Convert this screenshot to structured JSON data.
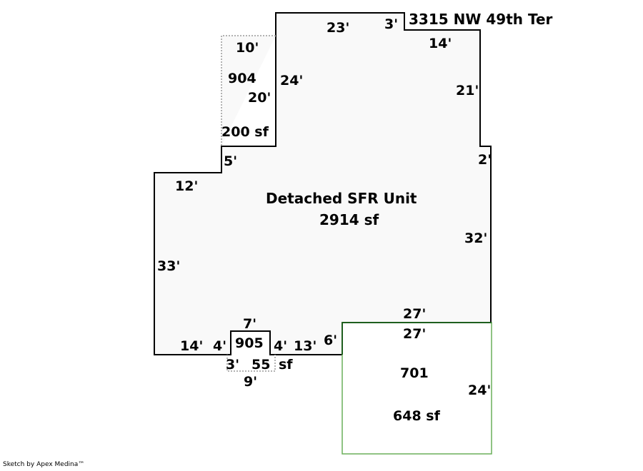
{
  "address": "3315 NW 49th Ter",
  "credit": "Sketch by Apex Medina™",
  "colors": {
    "main_outline": "#000000",
    "main_fill": "#f9f9f9",
    "garage_outline": "#6aaf5a",
    "garage_outline_top": "#1f5f1f",
    "addon_outline": "#999999"
  },
  "areas": {
    "main": {
      "name": "Detached SFR Unit",
      "area": "2914 sf"
    },
    "a904": {
      "code": "904",
      "area": "200 sf"
    },
    "a905": {
      "code": "905",
      "area_num": "55",
      "area_unit": "sf"
    },
    "a701": {
      "code": "701",
      "area": "648 sf"
    }
  },
  "dims": {
    "d23": "23'",
    "d3top": "3'",
    "d14top": "14'",
    "d21": "21'",
    "d2": "2'",
    "d32": "32'",
    "d27a": "27'",
    "d27b": "27'",
    "d24g": "24'",
    "d6": "6'",
    "d13": "13'",
    "d4r": "4'",
    "d7": "7'",
    "d4l": "4'",
    "d14l": "14'",
    "d33": "33'",
    "d12": "12'",
    "d5": "5'",
    "d24": "24'",
    "d10": "10'",
    "d20": "20'",
    "d3b": "3'",
    "d9": "9'"
  }
}
